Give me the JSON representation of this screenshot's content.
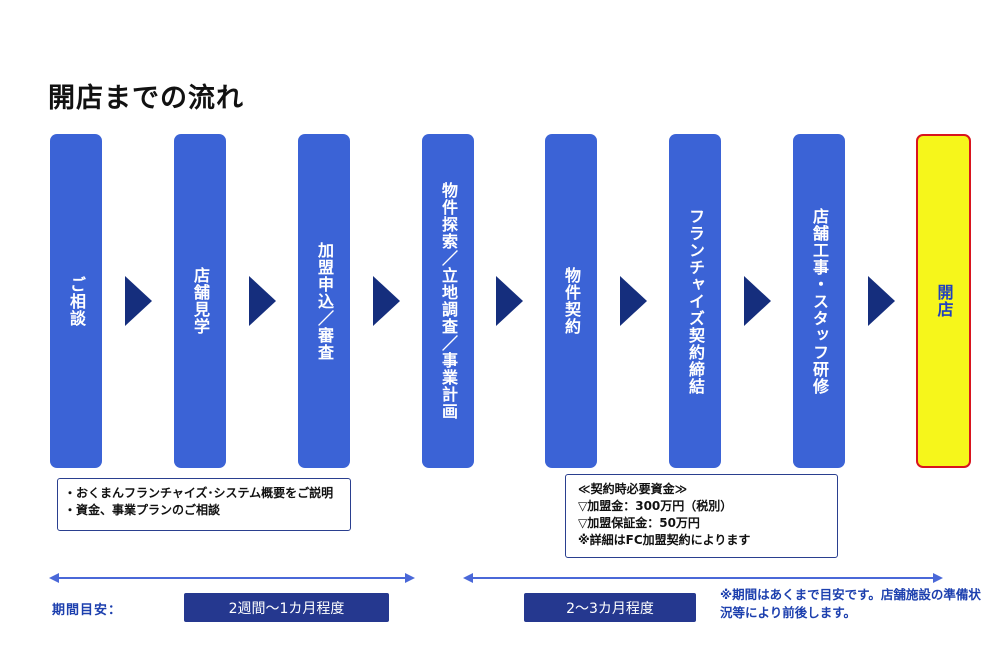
{
  "title": "開店までの流れ",
  "steps": [
    {
      "label": "ご相談"
    },
    {
      "label": "店舗見学"
    },
    {
      "label": "加盟申込／審査"
    },
    {
      "label": "物件探索／立地調査／事業計画"
    },
    {
      "label": "物件契約"
    },
    {
      "label": "フランチャイズ契約締結"
    },
    {
      "label": "店舗工事・スタッフ研修"
    },
    {
      "label": "開店"
    }
  ],
  "note1": {
    "lines": [
      "・おくまんフランチャイズ･システム概要をご説明",
      "・資金、事業プランのご相談"
    ]
  },
  "note2": {
    "lines": [
      "≪契約時必要資金≫",
      "▽加盟金：300万円（税別）",
      "▽加盟保証金：50万円",
      "※詳細はFC加盟契約によります"
    ]
  },
  "period": {
    "label": "期間目安：",
    "range1": "2週間～1カ月程度",
    "range2": "2～3カ月程度",
    "note": "※期間はあくまで目安です。店舗施設の準備状況等により前後します。"
  },
  "colors": {
    "step_blue": "#3b63d6",
    "arrow_navy": "#152e7d",
    "final_yellow": "#f6f61b",
    "final_border_red": "#d9141e",
    "pill_navy": "#25388f"
  }
}
